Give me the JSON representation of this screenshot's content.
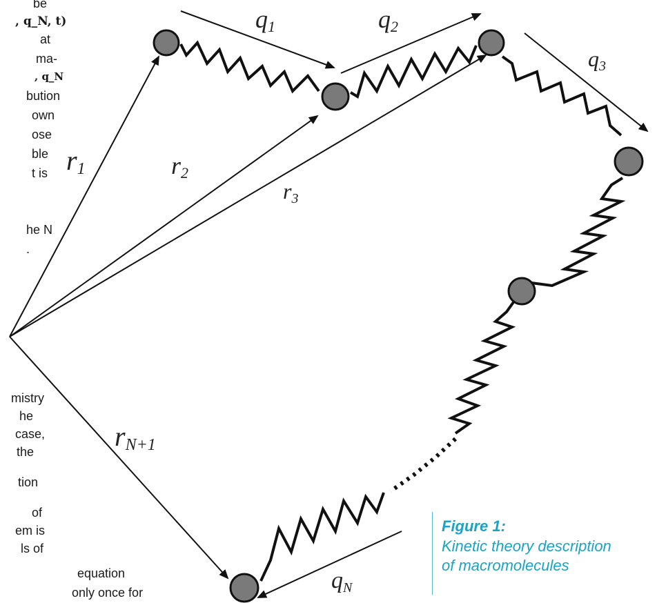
{
  "colors": {
    "ink": "#1a1a1a",
    "bead_fill": "#7a7a7a",
    "bead_stroke": "#111111",
    "caption": "#1aa3c4"
  },
  "text_fragments": [
    "be",
    ", q_N, t)",
    "at",
    "ma-",
    ", q_N",
    "bution",
    "own",
    "ose",
    "ble",
    "t is",
    "he N",
    ".",
    "mistry",
    "he",
    "case,",
    "the",
    "tion",
    "of",
    "em is",
    "ls of",
    "equation",
    "only once for"
  ],
  "diagram": {
    "position_labels": [
      "r_1",
      "r_2",
      "r_3",
      "r_N+1"
    ],
    "connector_labels": [
      "q_1",
      "q_2",
      "q_3",
      "q_N"
    ]
  },
  "caption": {
    "title": "Figure 1:",
    "lines": [
      "Kinetic theory description",
      "of macromolecules"
    ]
  }
}
